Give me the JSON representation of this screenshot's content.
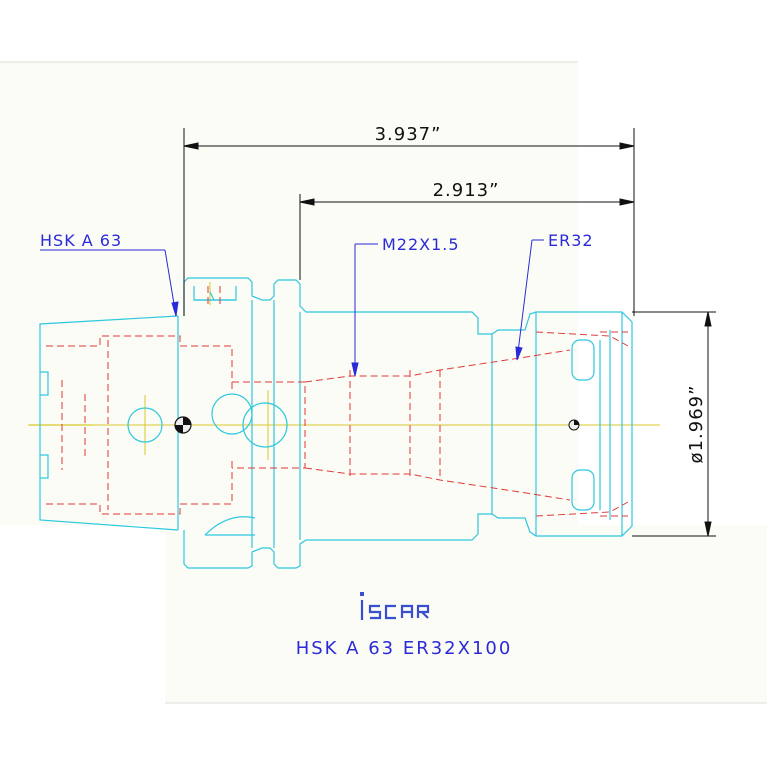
{
  "colors": {
    "background": "#fbfcf5",
    "outline": "#2ec8e0",
    "hidden": "#e03a3a",
    "centerline": "#d8c82a",
    "dimension": "#111111",
    "callout": "#2a2ad8",
    "logo": "#3a4fd0",
    "caption": "#2a2ad8"
  },
  "dimensions": {
    "overall_length": "3.937”",
    "gauge_length": "2.913”",
    "diameter": "ø1.969”"
  },
  "callouts": {
    "shank": "HSK A 63",
    "thread": "M22X1.5",
    "collet": "ER32"
  },
  "brand": {
    "logo_text": "iscar",
    "icon": "iscar-logo"
  },
  "caption": "HSK A 63 ER32X100"
}
